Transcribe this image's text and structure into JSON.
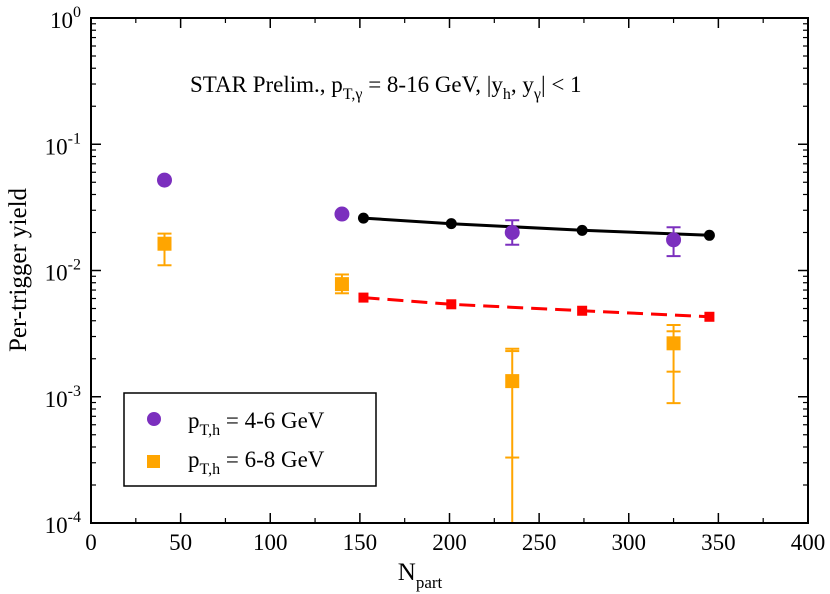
{
  "chart_data": {
    "type": "scatter",
    "x_scale": "linear",
    "y_scale": "log",
    "xlim": [
      0,
      400
    ],
    "ylim": [
      0.0001,
      1
    ],
    "x_ticks": [
      0,
      50,
      100,
      150,
      200,
      250,
      300,
      350,
      400
    ],
    "y_ticks": [
      {
        "value": 0.0001,
        "mantissa": "10",
        "exp": "-4"
      },
      {
        "value": 0.001,
        "mantissa": "10",
        "exp": "-3"
      },
      {
        "value": 0.01,
        "mantissa": "10",
        "exp": "-2"
      },
      {
        "value": 0.1,
        "mantissa": "10",
        "exp": "-1"
      },
      {
        "value": 1,
        "mantissa": "10",
        "exp": "0"
      }
    ],
    "ylabel": "Per-trigger yield",
    "xlabel": {
      "main": "N",
      "sub": "part"
    },
    "annotation": {
      "p1": "STAR Prelim., p",
      "p1_sub": "T,γ",
      "p2": " = 8-16 GeV, |y",
      "p2_sub": "h",
      "p3": ", y",
      "p3_sub": "γ",
      "p4": "| < 1"
    },
    "legend": {
      "placement": "bottom-left",
      "entries": [
        {
          "prefix": "p",
          "sub": "T,h",
          "suffix": " = 4-6 GeV",
          "series": 0
        },
        {
          "prefix": "p",
          "sub": "T,h",
          "suffix": " = 6-8 GeV",
          "series": 1
        }
      ]
    },
    "series": [
      {
        "marker": "circle",
        "color": "#7b2fbe",
        "points": [
          {
            "x": 41,
            "y": 0.052
          },
          {
            "x": 140,
            "y": 0.028
          },
          {
            "x": 235,
            "y": 0.02,
            "err_lo": 0.016,
            "err_hi": 0.025
          },
          {
            "x": 325,
            "y": 0.0175,
            "err_lo": 0.013,
            "err_hi": 0.022
          }
        ]
      },
      {
        "marker": "square",
        "color": "#ffa500",
        "points": [
          {
            "x": 41,
            "y": 0.0163,
            "err_lo": 0.011,
            "err_hi": 0.0196
          },
          {
            "x": 140,
            "y": 0.0078,
            "err_lo": 0.0066,
            "err_hi": 0.0093
          },
          {
            "x": 235,
            "y": 0.00133,
            "err_lo": 0.0001,
            "err_hi": 0.0024,
            "err_bars": [
              0.00033,
              0.0023
            ]
          },
          {
            "x": 325,
            "y": 0.00265,
            "err_lo": 0.00089,
            "err_hi": 0.0037,
            "err_bars": [
              0.00158,
              0.0033
            ]
          }
        ]
      }
    ],
    "curves": [
      {
        "color": "#000000",
        "style": "solid",
        "marker": "circle",
        "points": [
          {
            "x": 152,
            "y": 0.026
          },
          {
            "x": 201,
            "y": 0.0235
          },
          {
            "x": 274,
            "y": 0.0208
          },
          {
            "x": 345,
            "y": 0.019
          }
        ]
      },
      {
        "color": "#ff0000",
        "style": "dashed",
        "marker": "square",
        "points": [
          {
            "x": 152,
            "y": 0.0061
          },
          {
            "x": 201,
            "y": 0.0054
          },
          {
            "x": 274,
            "y": 0.0048
          },
          {
            "x": 345,
            "y": 0.0043
          }
        ]
      }
    ]
  }
}
